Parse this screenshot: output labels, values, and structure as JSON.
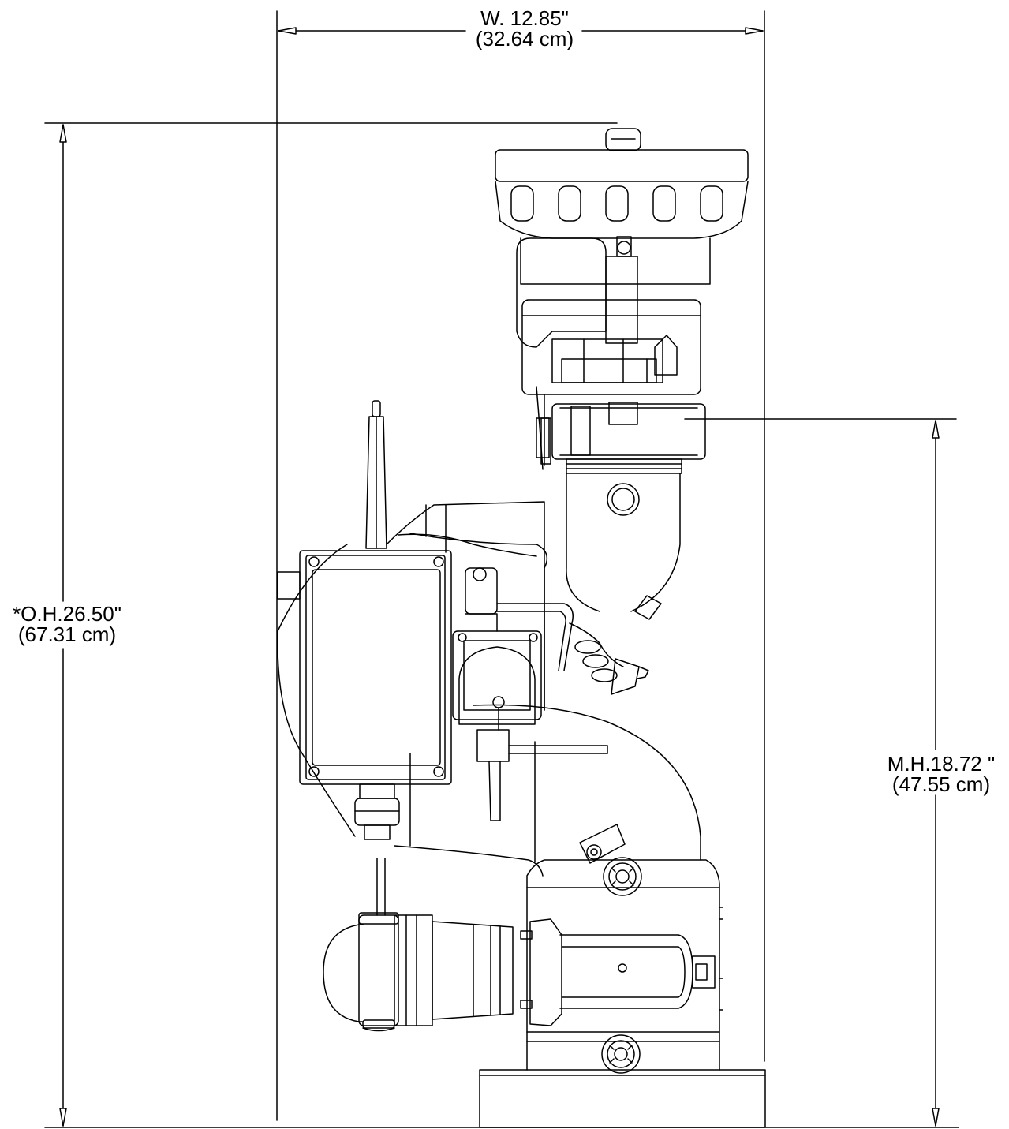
{
  "dimensions": {
    "width": {
      "primary": "W. 12.85\"",
      "secondary": "(32.64 cm)"
    },
    "overall_height": {
      "primary": "*O.H.26.50\"",
      "secondary": "(67.31 cm)"
    },
    "mount_height": {
      "primary": "M.H.18.72 \"",
      "secondary": "(47.55 cm)"
    }
  }
}
